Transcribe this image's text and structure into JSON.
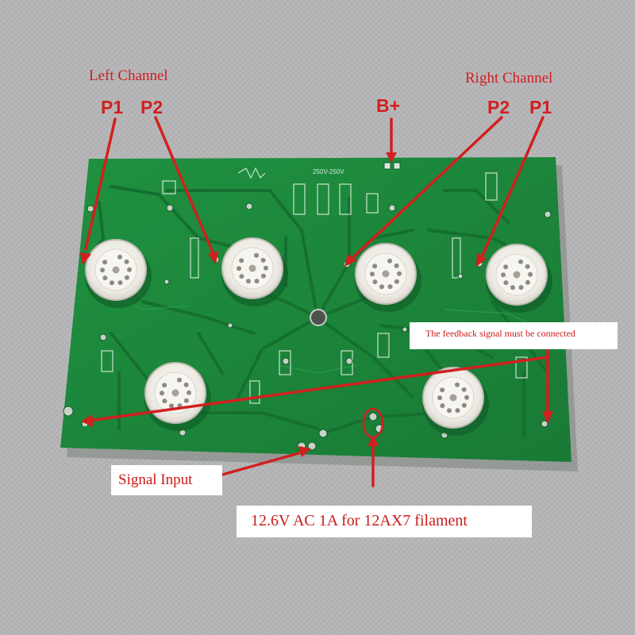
{
  "labels": {
    "left_channel": "Left Channel",
    "right_channel": "Right Channel",
    "left_p1": "P1",
    "left_p2": "P2",
    "right_p2": "P2",
    "right_p1": "P1",
    "b_plus": "B+",
    "feedback_note": "The feedback signal must be connected",
    "signal_input": "Signal Input",
    "filament_note": "12.6V AC 1A for 12AX7 filament"
  },
  "board_silkscreen": {
    "voltage_marking": "250V-250V"
  },
  "colors": {
    "annotation_red": "#d21f1f",
    "pcb_green": "#1e8a3c",
    "socket_white": "#efeee9",
    "background_gray": "#b4b4b6"
  }
}
